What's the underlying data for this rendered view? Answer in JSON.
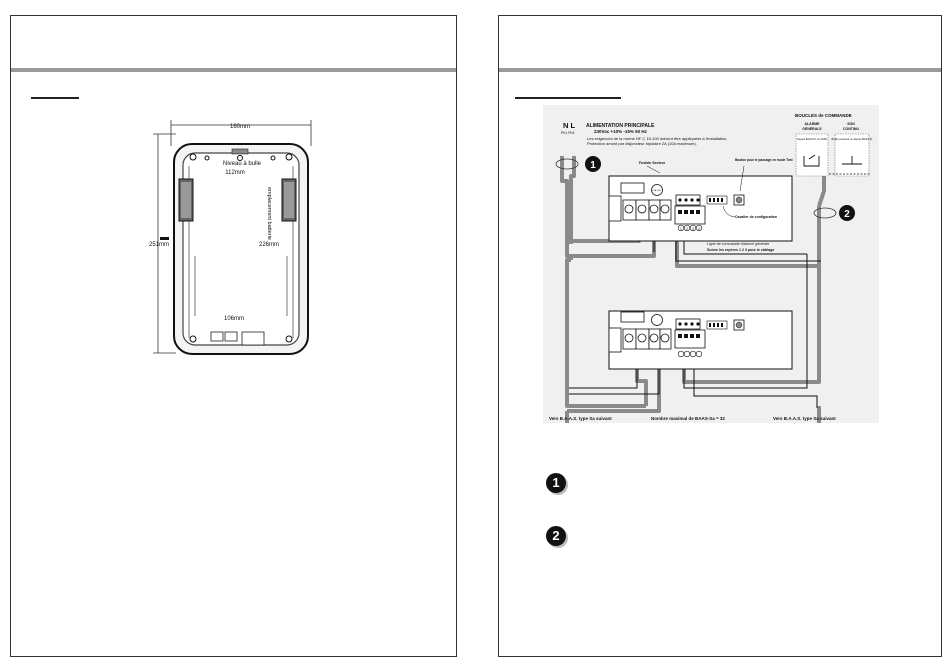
{
  "left_page": {
    "drawing": {
      "dim_overall_width": "160mm",
      "dim_top_inner": "112mm",
      "dim_bottom_inner": "106mm",
      "dim_total_height": "251mm",
      "dim_inner_height": "226mm",
      "label_level": "Niveau à bulle",
      "label_battery": "emplacement batterie"
    }
  },
  "right_page": {
    "diagram": {
      "phase_labels": "N L",
      "phase_sub": "Ph1 Ph2",
      "main_title": "ALIMENTATION PRINCIPALE",
      "main_spec": "230Vac +10% -15% 50 Hz",
      "main_note_1": "Les exigences de la norme NF C 15-100 doivent être appliquées à l'installation.",
      "main_note_2": "Protection amont par disjoncteur bipolaire 2A (10A maximum).",
      "loops_title": "BOUCLES de COMMANDE",
      "alarm_title_1": "ALARME",
      "alarm_title_2": "GÉNÉRALE",
      "sound_title_1": "SON",
      "sound_title_2": "CONTINU",
      "alarm_box": "Depuis BAAS-Pr ou CMSI",
      "sound_box": "Boitier poussoir ou depuis BAAS-Pr",
      "fuse_label": "Fusible Secteur",
      "test_button_label": "Bouton pour le passage en mode Test",
      "config_label": "Cavalier de configuration",
      "command_line_1": "Ligne de commande d'alarme générale",
      "command_line_2": "Suivre les repères 1 2 3 pour le câblage",
      "fuse_symbol": "F1A 250V",
      "terminal_1": "1",
      "terminal_2": "2",
      "terminal_3": "3",
      "terminal_4": "4",
      "marker_1": "1",
      "marker_2": "2",
      "bottom_left": "Vers B.A.A.S. type Sa suivant",
      "bottom_center": "Nombre maximal de BAAS-Sa = 32",
      "bottom_right": "Vers B.A.A.S. type Sa suivant"
    },
    "legend": [
      {
        "marker": "1"
      },
      {
        "marker": "2"
      }
    ]
  }
}
